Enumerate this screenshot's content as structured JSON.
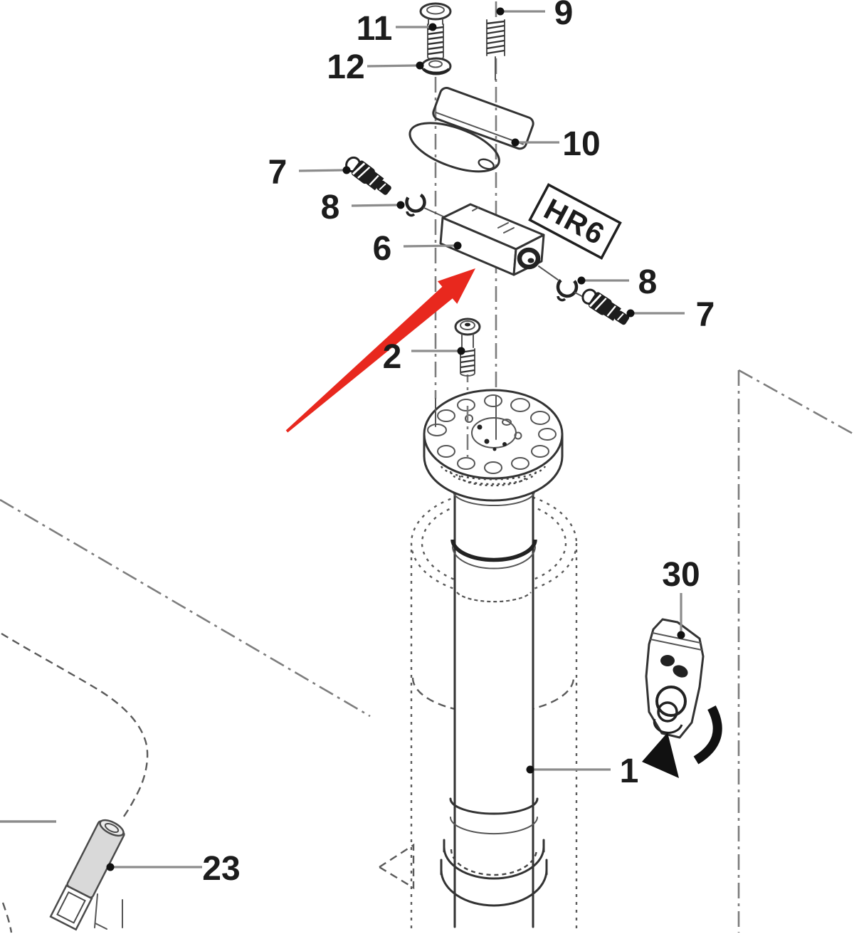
{
  "figure": {
    "type": "exploded-parts-diagram",
    "model_tag": "HR6",
    "callouts": [
      {
        "label": "11"
      },
      {
        "label": "12"
      },
      {
        "label": "9"
      },
      {
        "label": "10"
      },
      {
        "label": "7"
      },
      {
        "label": "8"
      },
      {
        "label": "6"
      },
      {
        "label": "8"
      },
      {
        "label": "7"
      },
      {
        "label": "2"
      },
      {
        "label": "30"
      },
      {
        "label": "1"
      },
      {
        "label": "23"
      }
    ],
    "annotations": {
      "highlight_arrow": "red-arrow-pointing-to-part-6",
      "rotation_arrow": "black-curved-arrow-near-part-30"
    },
    "colors": {
      "highlight_arrow": "#e8281e",
      "drawing_line": "#333333",
      "leader_line": "#8c8c8c",
      "part_fill_gray": "#d9d9d9",
      "rotation_arrow": "#111111"
    }
  }
}
